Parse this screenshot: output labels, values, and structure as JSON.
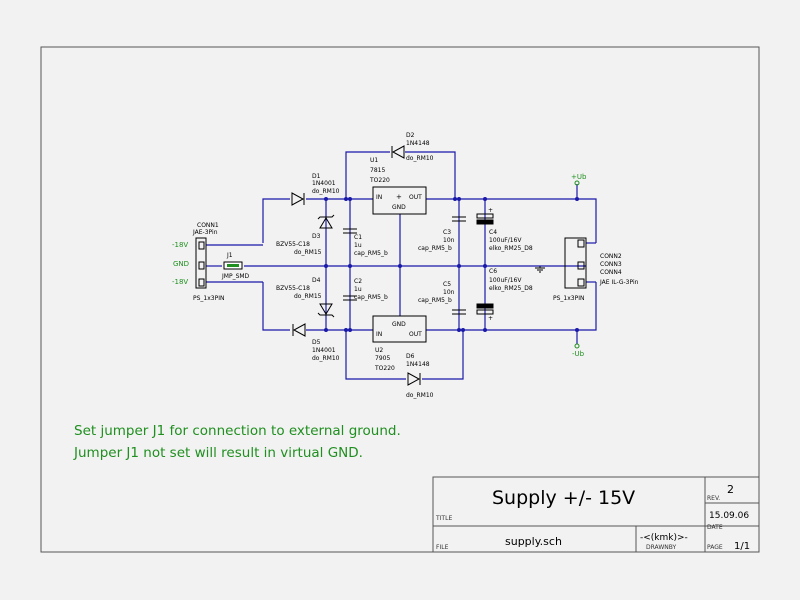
{
  "notes": {
    "line1": "Set jumper J1 for connection to external ground.",
    "line2": "Jumper J1  not set will result in virtual GND."
  },
  "title_block": {
    "title": "Supply +/- 15V",
    "title_label": "TITLE",
    "rev_label": "REV.",
    "rev": "2",
    "date": "15.09.06",
    "date_label": "DATE",
    "file_label": "FILE",
    "file": "supply.sch",
    "drawn_by": "-<(kmk)>-",
    "drawn_label": "DRAWNBY",
    "page_label": "PAGE",
    "page": "1/1"
  },
  "power": {
    "pos": "+Ub",
    "neg": "-Ub"
  },
  "connectors": {
    "conn1": {
      "ref": "CONN1",
      "value": "JAE-3Pin",
      "footprint": "PS_1x3PIN",
      "pins": [
        "-18V",
        "GND",
        "-18V"
      ]
    },
    "conn234": {
      "refs": [
        "CONN2",
        "CONN3",
        "CONN4"
      ],
      "value": "JAE IL-G-3Pin",
      "footprint": "PS_1x3PIN"
    }
  },
  "jumper": {
    "ref": "J1",
    "value": "JMP_SMD"
  },
  "regulators": {
    "u1": {
      "ref": "U1",
      "value": "7815",
      "package": "TO220",
      "in": "IN",
      "out": "OUT",
      "gnd": "GND"
    },
    "u2": {
      "ref": "U2",
      "value": "7905",
      "package": "TO220",
      "in": "IN",
      "out": "OUT",
      "gnd": "GND"
    }
  },
  "diodes": {
    "d1": {
      "ref": "D1",
      "value": "1N4001",
      "fp": "do_RM10"
    },
    "d2": {
      "ref": "D2",
      "value": "1N4148",
      "fp": "do_RM10"
    },
    "d3": {
      "ref": "D3",
      "value": "BZV55-C18",
      "fp": "do_RM15"
    },
    "d4": {
      "ref": "D4",
      "value": "BZV55-C18",
      "fp": "do_RM15"
    },
    "d5": {
      "ref": "D5",
      "value": "1N4001",
      "fp": "do_RM10"
    },
    "d6": {
      "ref": "D6",
      "value": "1N4148",
      "fp": "do_RM10"
    }
  },
  "capacitors": {
    "c1": {
      "ref": "C1",
      "value": "1u",
      "fp": "cap_RM5_b"
    },
    "c2": {
      "ref": "C2",
      "value": "1u",
      "fp": "cap_RM5_b"
    },
    "c3": {
      "ref": "C3",
      "value": "10n",
      "fp": "cap_RM5_b"
    },
    "c4": {
      "ref": "C4",
      "value": "100uF/16V",
      "fp": "elko_RM25_D8"
    },
    "c5": {
      "ref": "C5",
      "value": "10n",
      "fp": "cap_RM5_b"
    },
    "c6": {
      "ref": "C6",
      "value": "100uF/16V",
      "fp": "elko_RM25_D8"
    }
  }
}
